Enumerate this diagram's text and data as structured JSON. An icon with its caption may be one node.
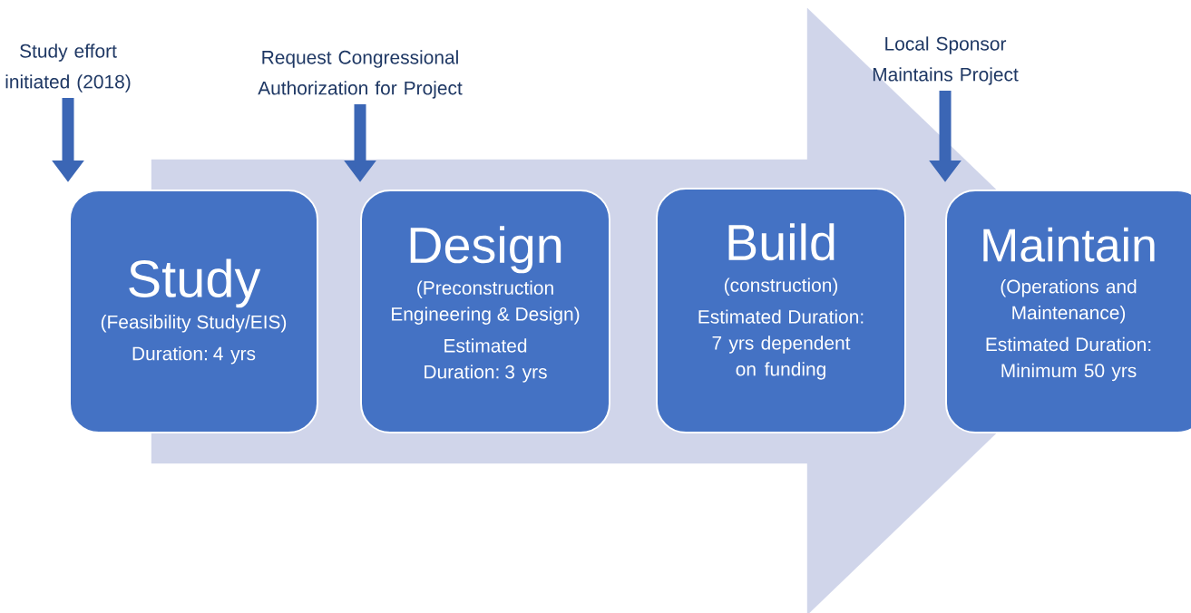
{
  "diagram": {
    "nodes": [
      {
        "text": [
          "Study",
          "(Feasibility Study/EIS)",
          "Duration: 4 yrs"
        ]
      },
      {
        "text": [
          "Design",
          "(Preconstruction Engineering & Design)",
          "Estimated Duration: 3 yrs"
        ]
      },
      {
        "text": [
          "Build",
          "(construction)",
          "Estimated Duration: 7 yrs dependent on funding"
        ]
      },
      {
        "text": [
          "Maintain",
          "(Operations and Maintenance)",
          "Estimated Duration: Minimum 50 yrs"
        ]
      },
      {
        "text": [
          "Study effort initiated (2018)"
        ]
      },
      {
        "text": [
          "Request Congressional Authorization for Project"
        ]
      },
      {
        "text": [
          "Local Sponsor Maintains Project"
        ]
      }
    ],
    "edges": [
      {
        "from": 0,
        "to": 3,
        "arrow": "to",
        "style": "thick",
        "color": "#d0d5ea"
      },
      {
        "from": 4,
        "to": 0,
        "arrow": "to"
      },
      {
        "from": 5,
        "to": 1,
        "arrow": "to"
      },
      {
        "from": 6,
        "to": 3,
        "arrow": "to"
      }
    ]
  }
}
